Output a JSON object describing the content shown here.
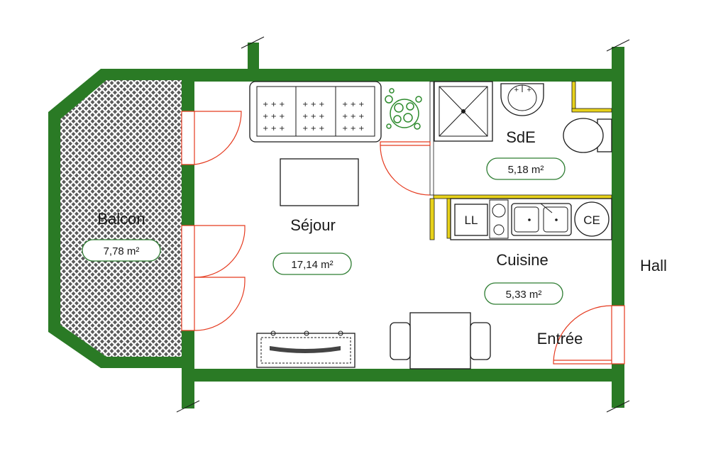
{
  "colors": {
    "wall": "#2a7a25",
    "door_swing": "#e53a1f",
    "cabinet": "#e8d21a",
    "area_outline": "#2e7d32"
  },
  "rooms": {
    "balcon": {
      "name": "Balcon",
      "area": "7,78 m²"
    },
    "sejour": {
      "name": "Séjour",
      "area": "17,14 m²"
    },
    "sde": {
      "name": "SdE",
      "area": "5,18 m²"
    },
    "cuisine": {
      "name": "Cuisine",
      "area": "5,33 m²"
    },
    "entree": {
      "name": "Entrée"
    },
    "hall": {
      "name": "Hall"
    }
  },
  "appliances": {
    "washer": "LL",
    "boiler": "CE"
  }
}
